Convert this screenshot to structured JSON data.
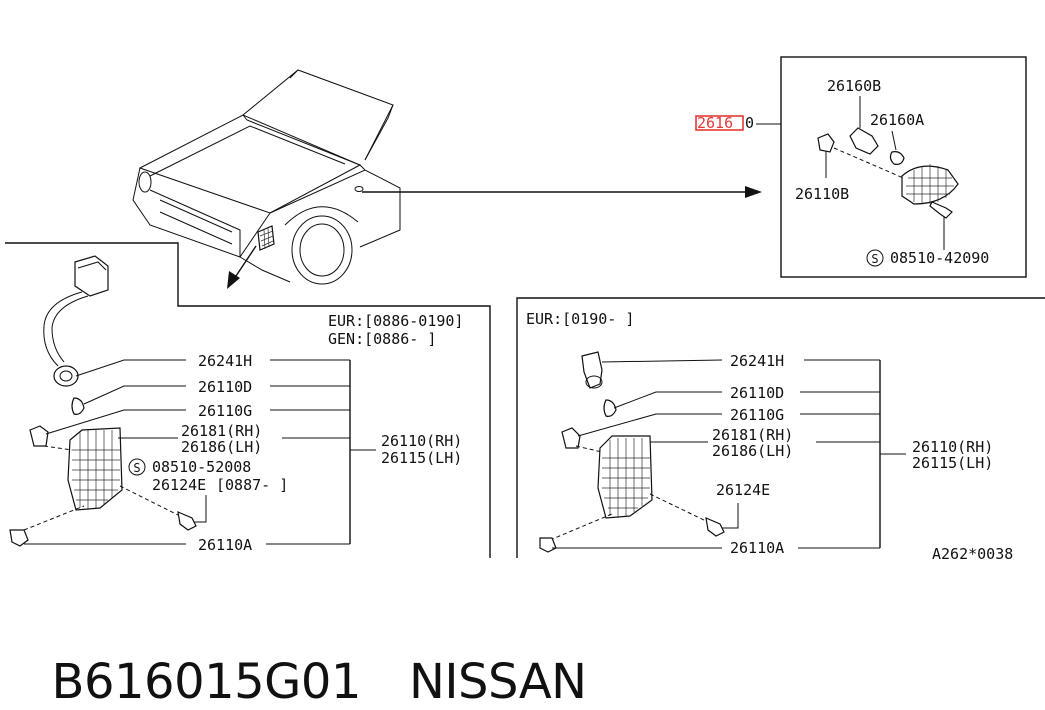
{
  "top_callout": {
    "highlighted_ref": "2616",
    "highlighted_ref_suffix": "0",
    "highlight_color": "#e53935",
    "parts": {
      "bulb_socket": "26160B",
      "bulb": "26160A",
      "clip": "26110B",
      "screw": "08510-42090"
    }
  },
  "left_panel": {
    "applicability": [
      "EUR:[0886-0190]",
      "GEN:[0886-     ]"
    ],
    "parts": {
      "socket": "26241H",
      "bulb": "26110D",
      "grommet": "26110G",
      "lens_rh": "26181(RH)",
      "lens_lh": "26186(LH)",
      "screw": "08510-52008",
      "screw2": "26124E",
      "screw2_date": "[0887-    ]",
      "body": "26110A",
      "assembly_rh": "26110(RH)",
      "assembly_lh": "26115(LH)"
    }
  },
  "right_panel": {
    "applicability": [
      "EUR:[0190-     ]"
    ],
    "parts": {
      "socket": "26241H",
      "bulb": "26110D",
      "grommet": "26110G",
      "lens_rh": "26181(RH)",
      "lens_lh": "26186(LH)",
      "screw2": "26124E",
      "body": "26110A",
      "assembly_rh": "26110(RH)",
      "assembly_lh": "26115(LH)"
    },
    "drawing_code": "A262*0038"
  },
  "standard_part_symbol": "S",
  "footer": {
    "part_number": "B616015G01",
    "brand": "NISSAN"
  }
}
